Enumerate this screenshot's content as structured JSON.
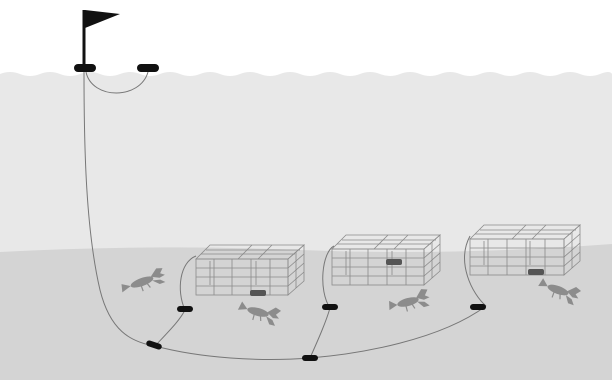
{
  "diagram": {
    "colors": {
      "sky": "#ffffff",
      "water": "#e8e8e8",
      "seabed": "#d4d4d4",
      "rope": "#777777",
      "float": "#111111",
      "flag": "#111111",
      "trap_line": "#8a8a8a",
      "bait_bag": "#555555",
      "lobster": "#8c8c8c"
    },
    "components": {
      "flag_buoy": "high-flyer-flag",
      "surface_floats": 2,
      "traps": 3,
      "groundline_floats": 5,
      "lobsters": 4
    }
  }
}
